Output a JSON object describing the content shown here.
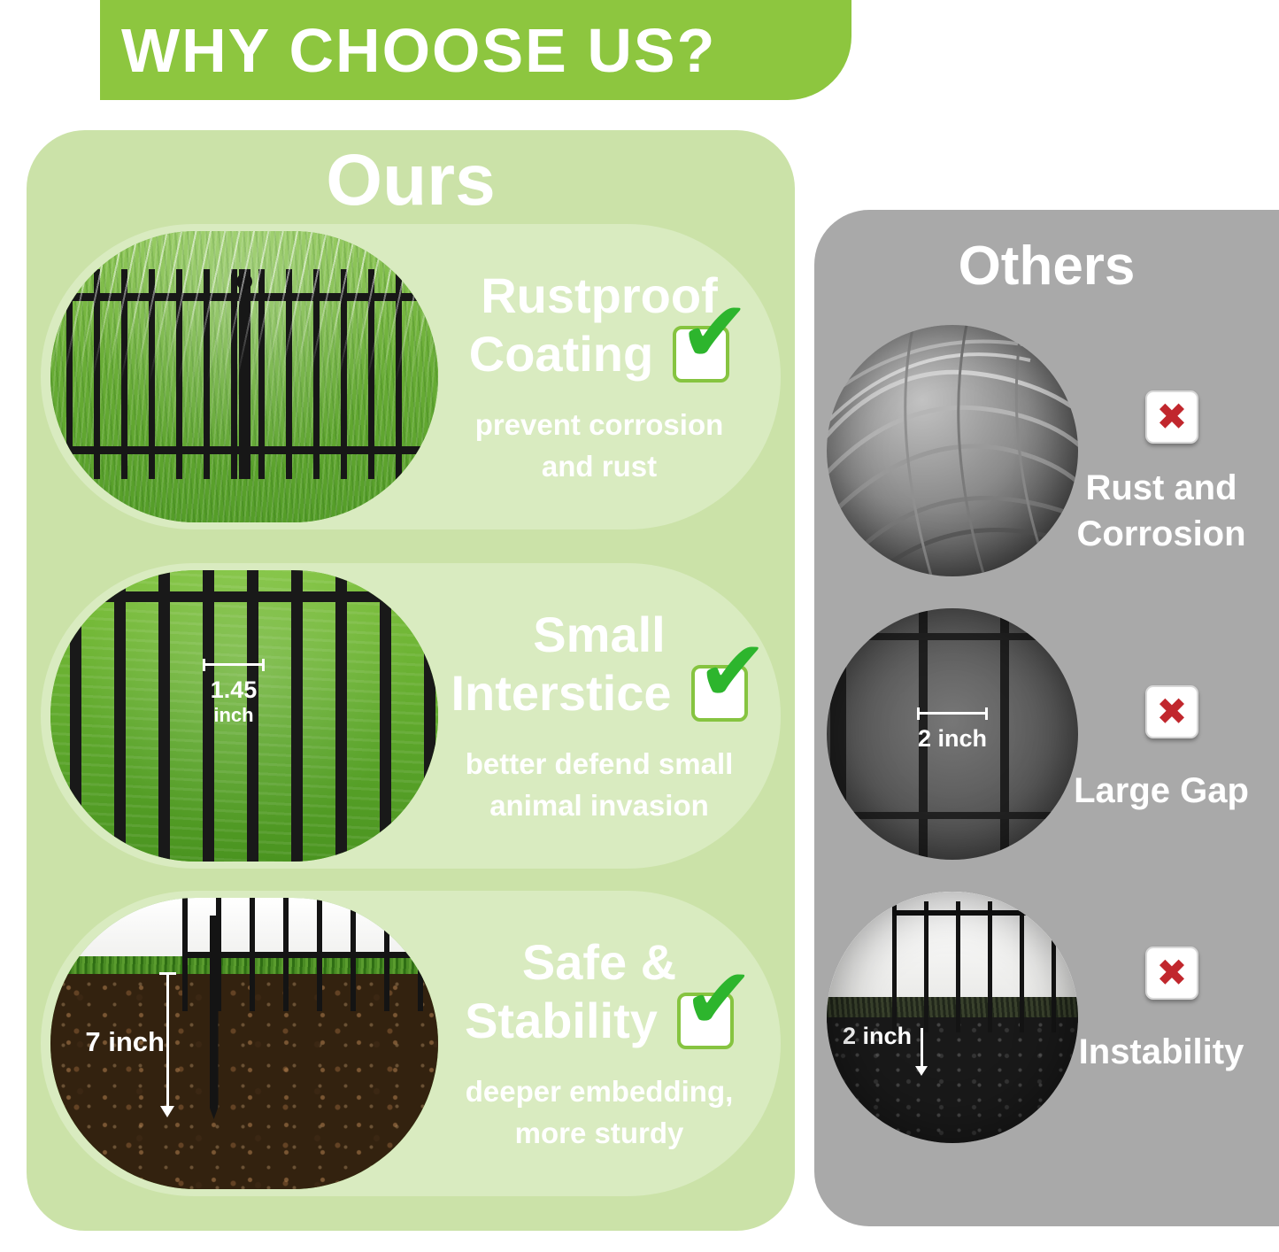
{
  "header": {
    "title": "WHY CHOOSE US?"
  },
  "ours": {
    "title": "Ours",
    "features": [
      {
        "title_line1": "Rustproof",
        "title_line2": "Coating",
        "desc_line1": "prevent corrosion",
        "desc_line2": "and rust"
      },
      {
        "title_line1": "Small",
        "title_line2": "Interstice",
        "desc_line1": "better defend small",
        "desc_line2": "animal invasion",
        "measurement_value": "1.45",
        "measurement_unit": "inch"
      },
      {
        "title_line1": "Safe &",
        "title_line2": "Stability",
        "desc_line1": "deeper embedding,",
        "desc_line2": "more sturdy",
        "measurement": "7 inch"
      }
    ]
  },
  "others": {
    "title": "Others",
    "items": [
      {
        "label_line1": "Rust and",
        "label_line2": "Corrosion"
      },
      {
        "label": "Large Gap",
        "measurement": "2 inch"
      },
      {
        "label": "Instability",
        "measurement": "2 inch"
      }
    ]
  },
  "icons": {
    "check": "✔",
    "cross": "✖"
  },
  "colors": {
    "brand_green": "#8dc63f",
    "panel_green": "#cbe2a8",
    "pill_green": "#d9ebc0",
    "others_gray": "#a9a9a9",
    "check_green": "#2db52d",
    "cross_red": "#c1272d",
    "text_white": "#ffffff"
  }
}
